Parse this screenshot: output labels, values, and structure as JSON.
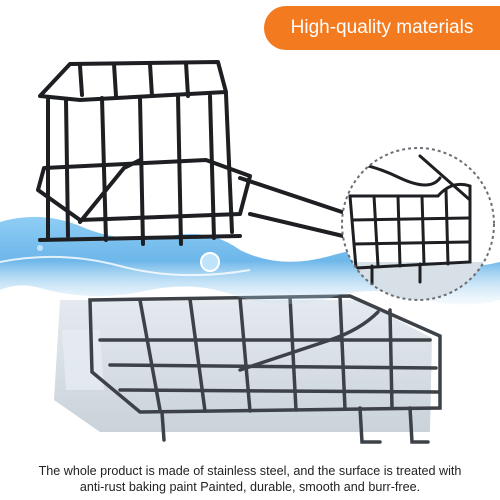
{
  "banner": {
    "text": "High-quality materials"
  },
  "caption": {
    "line1": "The whole product is made of stainless steel, and the surface is treated with",
    "line2": "anti-rust baking paint Painted, durable, smooth and burr-free."
  },
  "colors": {
    "banner_bg": "#f47a1f",
    "rack_black": "#1e1f22",
    "rack_submerged": "#3d4248",
    "water": "#4aa6e6",
    "tray": "#c9d2db"
  },
  "icons": [
    "sink-rack",
    "water-splash",
    "magnifier-circle"
  ]
}
